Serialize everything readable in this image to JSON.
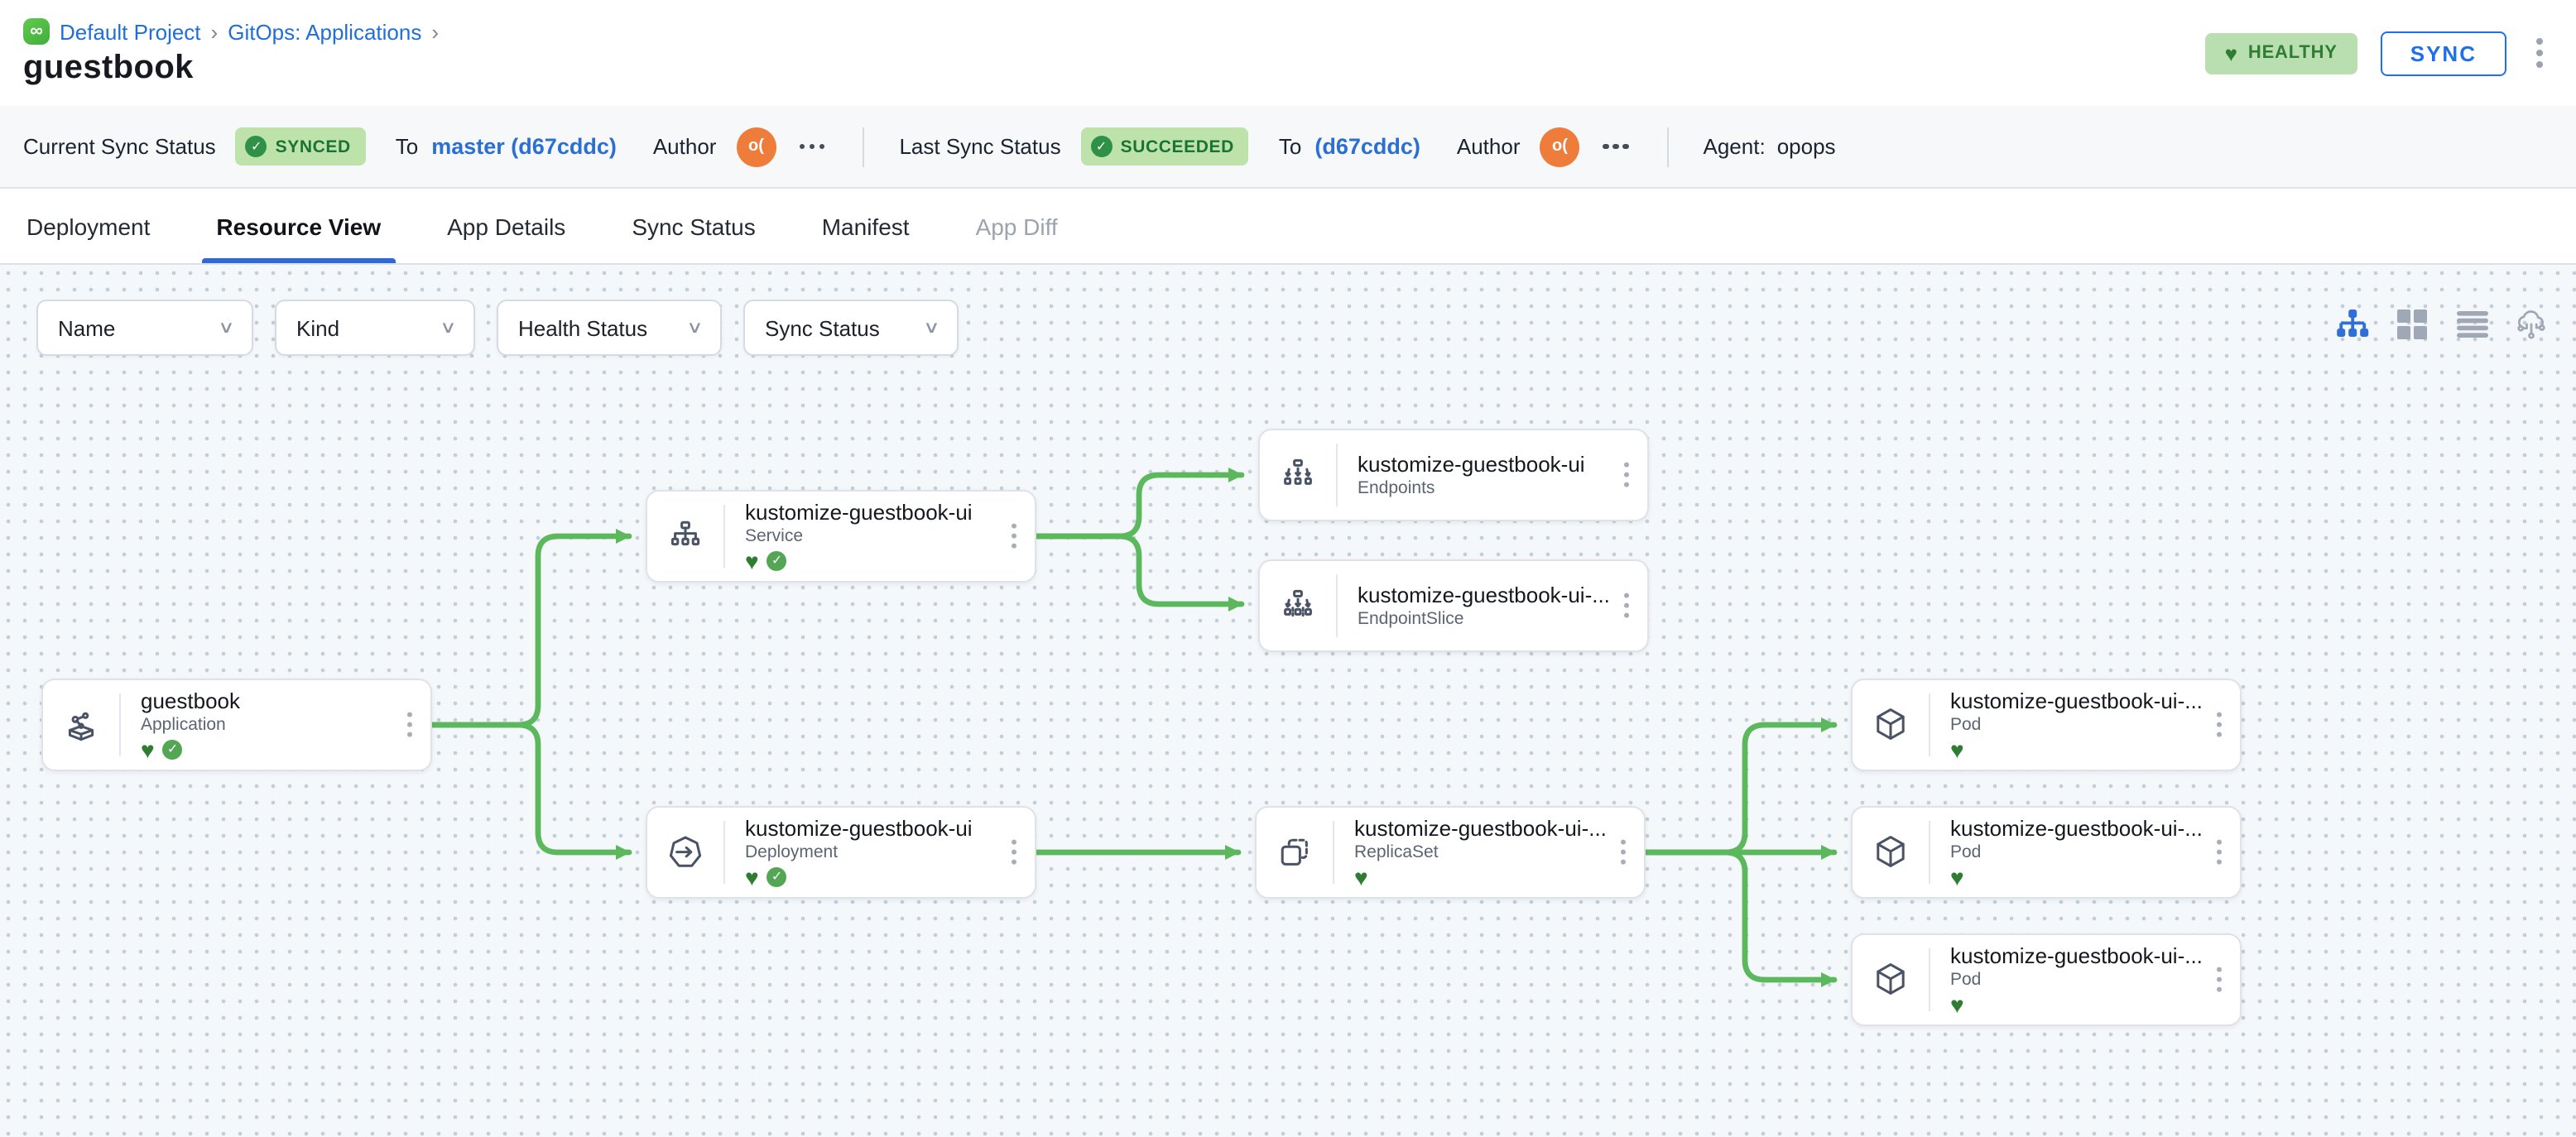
{
  "breadcrumb": {
    "logo": "∞",
    "project": "Default Project",
    "separator": "›",
    "section": "GitOps: Applications"
  },
  "page": {
    "title": "guestbook"
  },
  "header_actions": {
    "health_badge": "HEALTHY",
    "health_icon": "♥",
    "sync_button": "SYNC"
  },
  "status_bar": {
    "current": {
      "label": "Current Sync Status",
      "badge": "SYNCED",
      "to_label": "To",
      "target": "master (d67cddc)",
      "author_label": "Author",
      "avatar": "o("
    },
    "last": {
      "label": "Last Sync Status",
      "badge": "SUCCEEDED",
      "to_label": "To",
      "target": "(d67cddc)",
      "author_label": "Author",
      "avatar": "o("
    },
    "agent": {
      "label": "Agent:",
      "value": "opops"
    }
  },
  "tabs": [
    {
      "label": "Deployment",
      "state": "normal"
    },
    {
      "label": "Resource View",
      "state": "active"
    },
    {
      "label": "App Details",
      "state": "normal"
    },
    {
      "label": "Sync Status",
      "state": "normal"
    },
    {
      "label": "Manifest",
      "state": "normal"
    },
    {
      "label": "App Diff",
      "state": "disabled"
    }
  ],
  "filters": [
    {
      "label": "Name"
    },
    {
      "label": "Kind"
    },
    {
      "label": "Health Status"
    },
    {
      "label": "Sync Status"
    }
  ],
  "view_toggles": [
    {
      "name": "tree-view",
      "active": true
    },
    {
      "name": "grid-view",
      "active": false
    },
    {
      "name": "list-view",
      "active": false
    },
    {
      "name": "cluster-view",
      "active": false
    }
  ],
  "graph": {
    "nodes": [
      {
        "id": "guestbook",
        "title": "guestbook",
        "kind": "Application",
        "statuses": [
          "healthy",
          "synced"
        ]
      },
      {
        "id": "service",
        "title": "kustomize-guestbook-ui",
        "kind": "Service",
        "statuses": [
          "healthy",
          "synced"
        ]
      },
      {
        "id": "endpoints",
        "title": "kustomize-guestbook-ui",
        "kind": "Endpoints",
        "statuses": []
      },
      {
        "id": "endpointslice",
        "title": "kustomize-guestbook-ui-...",
        "kind": "EndpointSlice",
        "statuses": []
      },
      {
        "id": "deployment",
        "title": "kustomize-guestbook-ui",
        "kind": "Deployment",
        "statuses": [
          "healthy",
          "synced"
        ]
      },
      {
        "id": "replicaset",
        "title": "kustomize-guestbook-ui-...",
        "kind": "ReplicaSet",
        "statuses": [
          "healthy"
        ]
      },
      {
        "id": "pod-1",
        "title": "kustomize-guestbook-ui-...",
        "kind": "Pod",
        "statuses": [
          "healthy"
        ]
      },
      {
        "id": "pod-2",
        "title": "kustomize-guestbook-ui-...",
        "kind": "Pod",
        "statuses": [
          "healthy"
        ]
      },
      {
        "id": "pod-3",
        "title": "kustomize-guestbook-ui-...",
        "kind": "Pod",
        "statuses": [
          "healthy"
        ]
      }
    ],
    "edges": [
      {
        "from": "guestbook",
        "to": "service"
      },
      {
        "from": "guestbook",
        "to": "deployment"
      },
      {
        "from": "service",
        "to": "endpoints"
      },
      {
        "from": "service",
        "to": "endpointslice"
      },
      {
        "from": "deployment",
        "to": "replicaset"
      },
      {
        "from": "replicaset",
        "to": "pod-1"
      },
      {
        "from": "replicaset",
        "to": "pod-2"
      },
      {
        "from": "replicaset",
        "to": "pod-3"
      }
    ]
  },
  "colors": {
    "edge_green": "#5cb85c",
    "healthy_green": "#2e7d32",
    "synced_badge_bg": "#bde3ab",
    "accent_blue": "#1f6feb",
    "link_blue": "#2a6fd1",
    "avatar_orange": "#ee7c3b",
    "canvas_bg": "#f4f8fb"
  }
}
